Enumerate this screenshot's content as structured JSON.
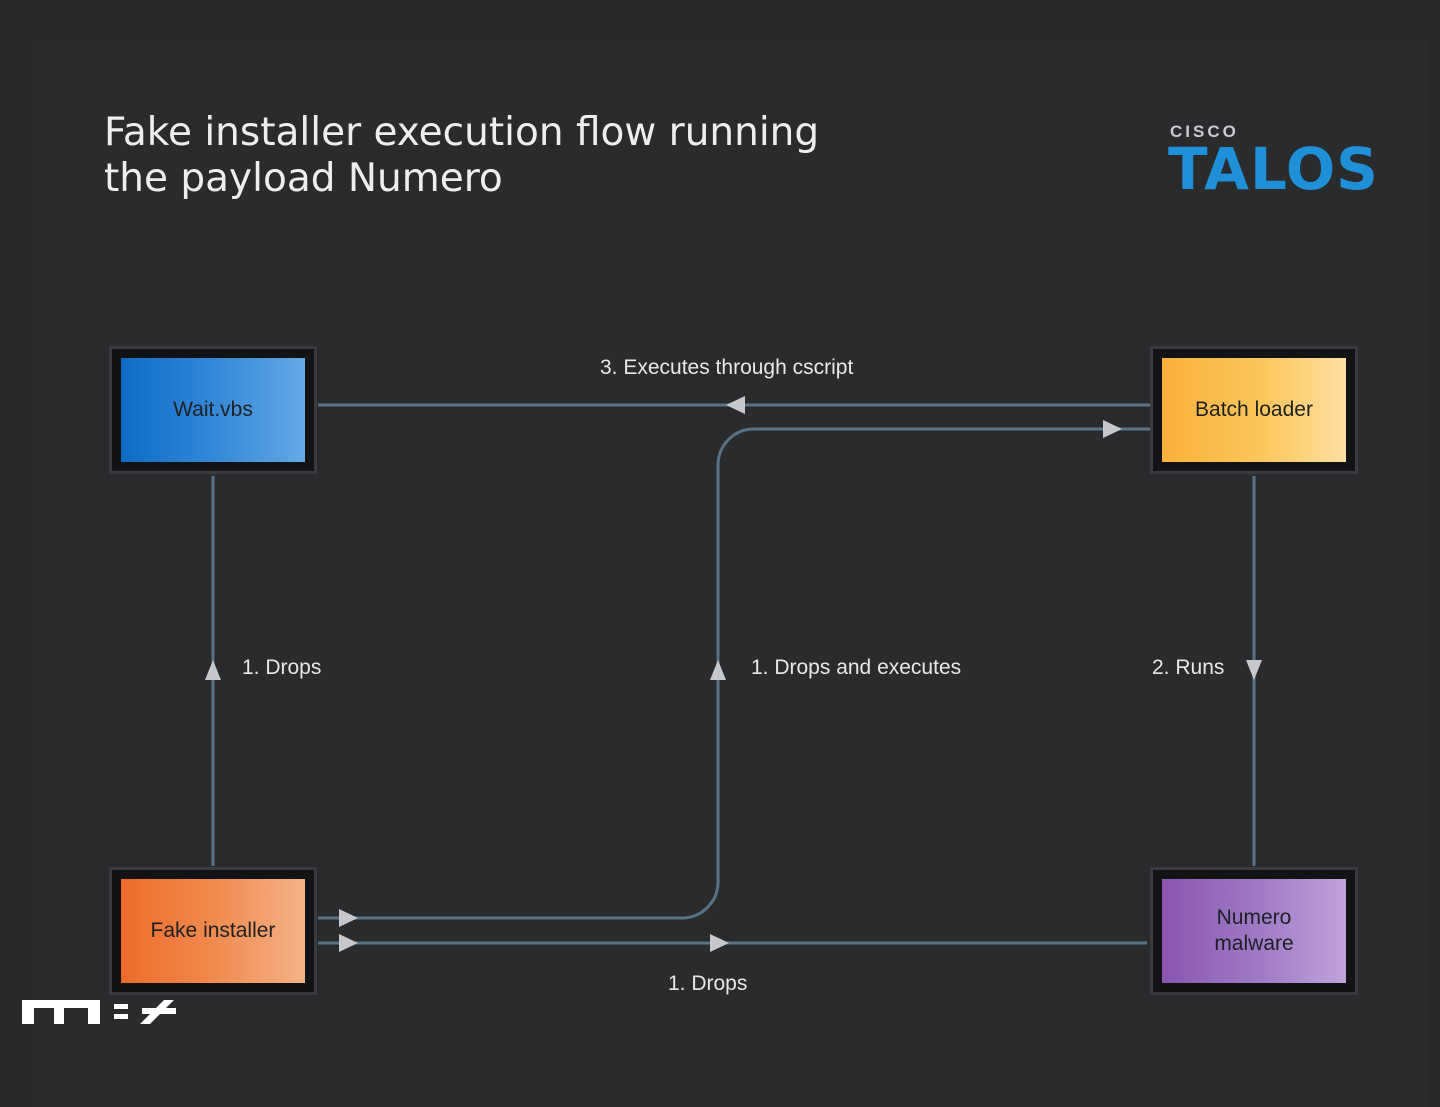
{
  "title": "Fake installer execution flow running the payload Numero",
  "logo": {
    "top": "CISCO",
    "main": "TALOS"
  },
  "nodes": {
    "wait_vbs": "Wait.vbs",
    "batch_loader": "Batch loader",
    "fake_installer": "Fake installer",
    "numero_malware": "Numero malware"
  },
  "edges": {
    "drops_left": "1.  Drops",
    "drops_and_executes": "1.  Drops and executes",
    "runs": "2.  Runs",
    "executes_through_cscript": "3.  Executes through cscript",
    "drops_bottom": "1.  Drops"
  },
  "colors": {
    "background": "#28292b",
    "line": "#587386",
    "arrow": "#c6c8cb",
    "wait_vbs": "#2f84d6",
    "batch_loader": "#fcc65c",
    "fake_installer": "#f08a4e",
    "numero_malware": "#a07cc6",
    "logo": "#1f8fd8"
  }
}
